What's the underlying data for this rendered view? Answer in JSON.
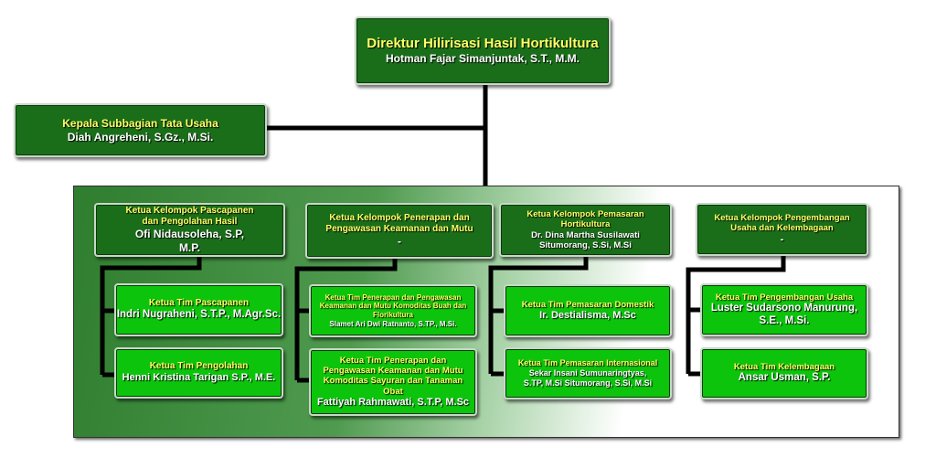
{
  "director": {
    "title": "Direktur Hilirisasi Hasil Hortikultura",
    "name": "Hotman Fajar Simanjuntak, S.T., M.M."
  },
  "subbagian": {
    "title": "Kepala Subbagian Tata Usaha",
    "name": "Diah Angreheni, S.Gz., M.Si."
  },
  "groups": [
    {
      "title": "Ketua Kelompok Pascapanen dan Pengolahan Hasil",
      "name": "Ofi Nidausoleha, S.P, M.P.",
      "teams": [
        {
          "title": "Ketua Tim  Pascapanen",
          "name": "Indri Nugraheni, S.T.P., M.Agr.Sc."
        },
        {
          "title": "Ketua Tim Pengolahan",
          "name": "Henni Kristina Tarigan S.P., M.E."
        }
      ]
    },
    {
      "title": "Ketua Kelompok Penerapan dan Pengawasan Keamanan dan Mutu",
      "name": "-",
      "teams": [
        {
          "title": "Ketua Tim Penerapan dan Pengawasan Keamanan dan Mutu Komoditas Buah dan Florikultura",
          "name": "Slamet Ari Dwi Ratnanto, S.TP., M.Si."
        },
        {
          "title": "Ketua Tim Penerapan dan Pengawasan Keamanan dan Mutu Komoditas Sayuran dan Tanaman Obat",
          "name": "Fattiyah Rahmawati, S.T.P, M.Sc"
        }
      ]
    },
    {
      "title": "Ketua Kelompok Pemasaran Hortikultura",
      "name": "Dr. Dina Martha Susilawati Situmorang, S.Si, M.Si",
      "teams": [
        {
          "title": "Ketua Tim Pemasaran Domestik",
          "name": "Ir. Destialisma, M.Sc"
        },
        {
          "title": "Ketua Tim Pemasaran Internasional",
          "name": "Sekar Insani Sumunaringtyas, S.TP, M.Si Situmorang, S.Si, M.Si"
        }
      ]
    },
    {
      "title": "Ketua Kelompok Pengembangan Usaha dan Kelembagaan",
      "name": "-",
      "teams": [
        {
          "title": "Ketua Tim Pengembangan Usaha",
          "name": "Luster Sudarsono Manurung, S.E., M.Si."
        },
        {
          "title": "Ketua Tim Kelembagaan",
          "name": "Ansar Usman, S.P."
        }
      ]
    }
  ]
}
